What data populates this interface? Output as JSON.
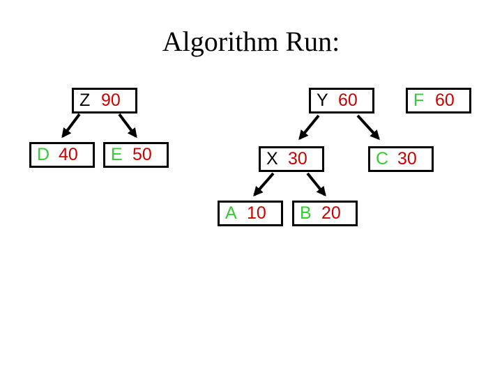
{
  "page": {
    "title": "Algorithm Run:",
    "background": "#ffffff"
  },
  "colors": {
    "internal_letter": "#000000",
    "leaf_letter": "#33cc33",
    "value_red": "#cc0000",
    "box_border": "#000000",
    "arrow": "#000000"
  },
  "tree": {
    "nodes": [
      {
        "id": "Z",
        "label": "Z",
        "value": "90",
        "kind": "internal",
        "letter_color": "#000000"
      },
      {
        "id": "Y",
        "label": "Y",
        "value": "60",
        "kind": "internal",
        "letter_color": "#000000"
      },
      {
        "id": "F",
        "label": "F",
        "value": "60",
        "kind": "leaf",
        "letter_color": "#33cc33"
      },
      {
        "id": "D",
        "label": "D",
        "value": "40",
        "kind": "leaf",
        "letter_color": "#33cc33"
      },
      {
        "id": "E",
        "label": "E",
        "value": "50",
        "kind": "leaf",
        "letter_color": "#33cc33"
      },
      {
        "id": "X",
        "label": "X",
        "value": "30",
        "kind": "internal",
        "letter_color": "#000000"
      },
      {
        "id": "C",
        "label": "C",
        "value": "30",
        "kind": "leaf",
        "letter_color": "#33cc33"
      },
      {
        "id": "A",
        "label": "A",
        "value": "10",
        "kind": "leaf",
        "letter_color": "#33cc33"
      },
      {
        "id": "B",
        "label": "B",
        "value": "20",
        "kind": "leaf",
        "letter_color": "#33cc33"
      }
    ],
    "edges": [
      {
        "from": "Z",
        "to": "D"
      },
      {
        "from": "Z",
        "to": "E"
      },
      {
        "from": "Y",
        "to": "X"
      },
      {
        "from": "Y",
        "to": "C"
      },
      {
        "from": "X",
        "to": "A"
      },
      {
        "from": "X",
        "to": "B"
      }
    ]
  }
}
